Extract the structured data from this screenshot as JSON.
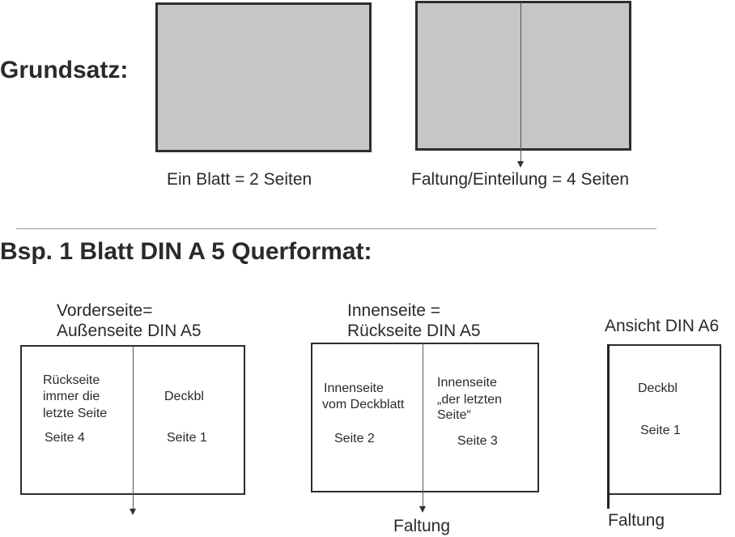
{
  "top": {
    "heading": "Grundsatz:",
    "caption_single": "Ein Blatt = 2 Seiten",
    "caption_folded": "Faltung/Einteilung = 4 Seiten"
  },
  "example": {
    "heading": "Bsp. 1 Blatt DIN A 5 Querformat:",
    "front": {
      "title_line1": "Vorderseite=",
      "title_line2": "Außenseite DIN A5",
      "left_text": [
        "Rückseite",
        "immer die",
        "letzte Seite"
      ],
      "left_page": "Seite 4",
      "right_text": "Deckbl",
      "right_page": "Seite 1"
    },
    "inner": {
      "title_line1": "Innenseite =",
      "title_line2": "Rückseite DIN A5",
      "left_text": [
        "Innenseite",
        "vom Deckblatt"
      ],
      "left_page": "Seite 2",
      "right_text": [
        "Innenseite",
        "„der letzten",
        "Seite“"
      ],
      "right_page": "Seite 3",
      "fold_label": "Faltung"
    },
    "view": {
      "title": "Ansicht DIN A6",
      "text": "Deckbl",
      "page": "Seite 1",
      "fold_label": "Faltung"
    }
  }
}
